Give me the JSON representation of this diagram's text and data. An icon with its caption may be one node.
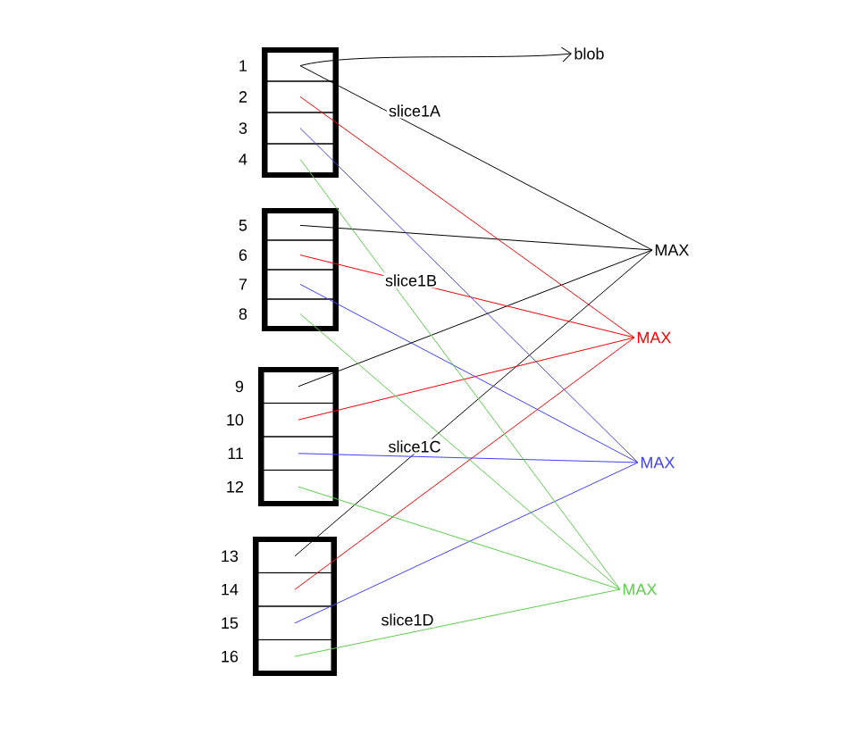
{
  "diagram": {
    "nodes": [
      {
        "text": [],
        "shape": "box",
        "beside": [
          "slice1A"
        ]
      },
      {
        "text": [],
        "shape": "box",
        "in": 0,
        "beside": [
          "1"
        ]
      },
      {
        "text": [],
        "shape": "box",
        "in": 0,
        "beside": [
          "2"
        ]
      },
      {
        "text": [],
        "shape": "box",
        "in": 0,
        "beside": [
          "3"
        ]
      },
      {
        "text": [],
        "shape": "box",
        "in": 0,
        "beside": [
          "4"
        ]
      },
      {
        "text": [],
        "shape": "box",
        "beside": [
          "slice1B"
        ]
      },
      {
        "text": [],
        "shape": "box",
        "in": 5,
        "beside": [
          "5"
        ]
      },
      {
        "text": [],
        "shape": "box",
        "in": 5,
        "beside": [
          "6"
        ]
      },
      {
        "text": [],
        "shape": "box",
        "in": 5,
        "beside": [
          "7"
        ]
      },
      {
        "text": [],
        "shape": "box",
        "in": 5,
        "beside": [
          "8"
        ]
      },
      {
        "text": [],
        "shape": "box",
        "beside": [
          "slice1C"
        ]
      },
      {
        "text": [],
        "shape": "box",
        "in": 10,
        "beside": [
          "9"
        ]
      },
      {
        "text": [],
        "shape": "box",
        "in": 10,
        "beside": [
          "10"
        ]
      },
      {
        "text": [],
        "shape": "box",
        "in": 10,
        "beside": [
          "11"
        ]
      },
      {
        "text": [],
        "shape": "box",
        "in": 10,
        "beside": [
          "12"
        ]
      },
      {
        "text": [],
        "shape": "box",
        "beside": [
          "slice1D"
        ]
      },
      {
        "text": [],
        "shape": "box",
        "in": 15,
        "beside": [
          "13"
        ]
      },
      {
        "text": [],
        "shape": "box",
        "in": 15,
        "beside": [
          "14"
        ]
      },
      {
        "text": [],
        "shape": "box",
        "in": 15,
        "beside": [
          "15"
        ]
      },
      {
        "text": [],
        "shape": "box",
        "in": 15,
        "beside": [
          "16"
        ]
      },
      {
        "text": [
          "MAX"
        ]
      },
      {
        "text": [
          "MAX"
        ]
      },
      {
        "text": [
          "MAX"
        ]
      },
      {
        "text": [
          "MAX"
        ]
      },
      {
        "text": [
          "blob"
        ]
      }
    ],
    "edges": [
      {
        "from": 1,
        "to": 24,
        "arrow": "to"
      },
      {
        "from": 1,
        "to": 20,
        "arrow": "none",
        "color": "#000000"
      },
      {
        "from": 6,
        "to": 20,
        "arrow": "none",
        "color": "#000000"
      },
      {
        "from": 11,
        "to": 20,
        "arrow": "none",
        "color": "#000000"
      },
      {
        "from": 16,
        "to": 20,
        "arrow": "none",
        "color": "#000000"
      },
      {
        "from": 2,
        "to": 21,
        "arrow": "none",
        "color": "#ff0000"
      },
      {
        "from": 7,
        "to": 21,
        "arrow": "none",
        "color": "#ff0000"
      },
      {
        "from": 12,
        "to": 21,
        "arrow": "none",
        "color": "#ff0000"
      },
      {
        "from": 17,
        "to": 21,
        "arrow": "none",
        "color": "#ff0000"
      },
      {
        "from": 3,
        "to": 22,
        "arrow": "none",
        "color": "#4040ff"
      },
      {
        "from": 8,
        "to": 22,
        "arrow": "none",
        "color": "#4040ff"
      },
      {
        "from": 13,
        "to": 22,
        "arrow": "none",
        "color": "#4040ff"
      },
      {
        "from": 18,
        "to": 22,
        "arrow": "none",
        "color": "#4040ff"
      },
      {
        "from": 4,
        "to": 23,
        "arrow": "none",
        "color": "#5ad04a"
      },
      {
        "from": 9,
        "to": 23,
        "arrow": "none",
        "color": "#5ad04a"
      },
      {
        "from": 14,
        "to": 23,
        "arrow": "none",
        "color": "#5ad04a"
      },
      {
        "from": 19,
        "to": 23,
        "arrow": "none",
        "color": "#5ad04a"
      }
    ]
  }
}
